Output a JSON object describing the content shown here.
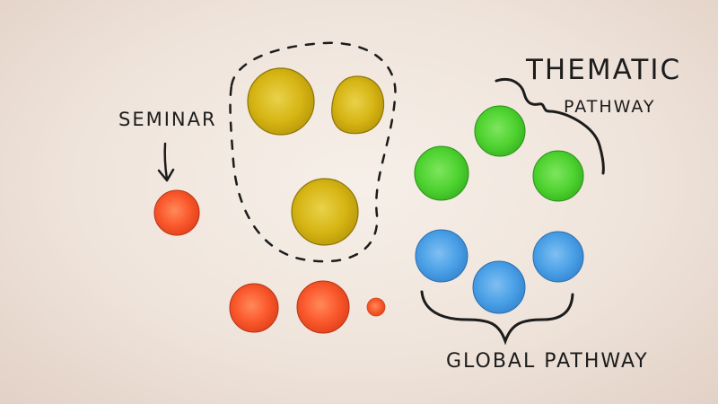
{
  "labels": {
    "seminar": "SEMINAR",
    "thematic_line1": "THEMATIC",
    "thematic_line2": "PATHWAY",
    "global": "GLOBAL PATHWAY"
  },
  "colors": {
    "background": "#f2e9e1",
    "orange": "#fb5a2e",
    "yellow": "#d8ba14",
    "green": "#4fd331",
    "blue": "#4aa0e6",
    "ink": "#1c1c1c"
  },
  "groups": {
    "seminar": {
      "color": "orange",
      "count": 1
    },
    "orange_row": {
      "color": "orange",
      "count": 3
    },
    "yellow_cluster": {
      "color": "yellow",
      "count": 3
    },
    "thematic_pathway": {
      "color": "green",
      "count": 3
    },
    "global_pathway": {
      "color": "blue",
      "count": 3
    }
  }
}
